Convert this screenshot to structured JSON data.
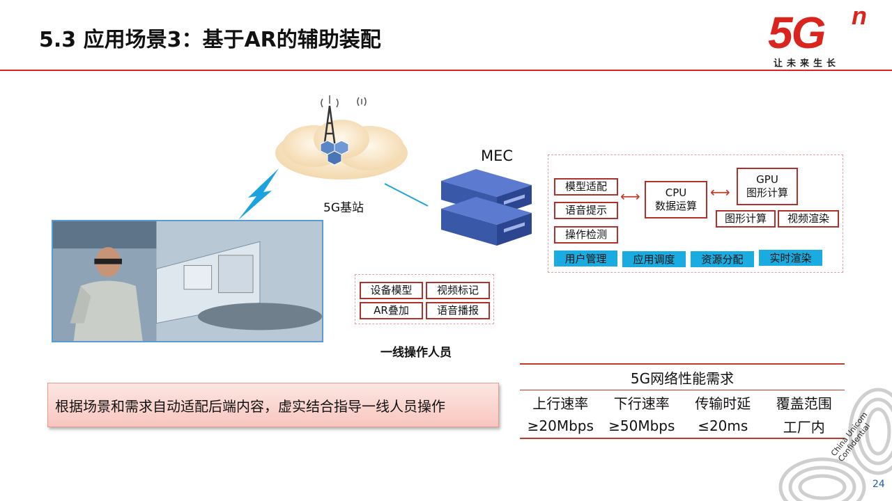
{
  "title": "5.3 应用场景3：基于AR的辅助装配",
  "logo": {
    "main": "5G",
    "superscript": "n",
    "slogan": "让未来生长"
  },
  "network": {
    "base_station_label": "5G基站",
    "mec_label": "MEC"
  },
  "operator_label": "一线操作人员",
  "device_boxes": [
    "设备模型",
    "视频标记",
    "AR叠加",
    "语音播报"
  ],
  "mec_panel": {
    "left_boxes": [
      "模型适配",
      "语音提示",
      "操作检测"
    ],
    "cpu": {
      "line1": "CPU",
      "line2": "数据运算"
    },
    "gpu": {
      "line1": "GPU",
      "line2": "图形计算"
    },
    "gpu_sub": [
      "图形计算",
      "视频渲染"
    ],
    "blue_boxes": [
      "用户管理",
      "应用调度",
      "资源分配",
      "实时渲染"
    ]
  },
  "callout_text": "根据场景和需求自动适配后端内容，虚实结合指导一线人员操作",
  "performance": {
    "header": "5G网络性能需求",
    "columns": [
      "上行速率",
      "下行速率",
      "传输时延",
      "覆盖范围"
    ],
    "values": [
      "≥20Mbps",
      "≥50Mbps",
      "≤20ms",
      "工厂内"
    ]
  },
  "footer": {
    "confidential_line1": "China Unicom",
    "confidential_line2": "Confidential",
    "page_number": "24"
  },
  "colors": {
    "accent_red": "#d9251d",
    "box_red": "#b1302c",
    "blue": "#1aace0"
  }
}
